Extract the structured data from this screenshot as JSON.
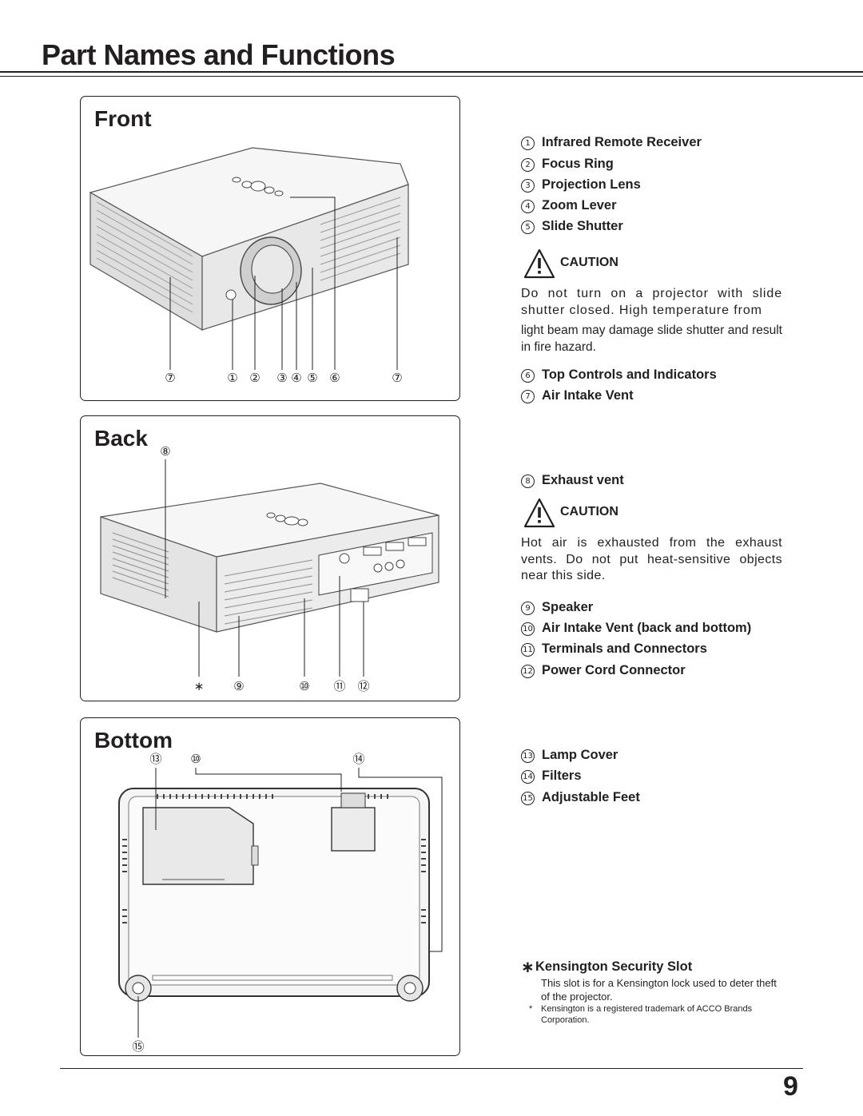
{
  "title": "Part Names and Functions",
  "front": {
    "heading": "Front",
    "callouts": [
      "⑦",
      "①",
      "②",
      "③",
      "④",
      "⑤",
      "⑥",
      "⑦"
    ]
  },
  "back": {
    "heading": "Back",
    "callouts": [
      "⑧",
      "∗",
      "⑨",
      "⑩",
      "⑪",
      "⑫"
    ]
  },
  "bottom": {
    "heading": "Bottom",
    "callouts": [
      "⑬",
      "⑩",
      "⑭",
      "⑮"
    ]
  },
  "parts_group1": [
    {
      "num": "1",
      "label": "Infrared Remote Receiver"
    },
    {
      "num": "2",
      "label": "Focus Ring"
    },
    {
      "num": "3",
      "label": "Projection Lens"
    },
    {
      "num": "4",
      "label": "Zoom Lever"
    },
    {
      "num": "5",
      "label": "Slide Shutter"
    }
  ],
  "caution1": {
    "label": "CAUTION",
    "line1": "Do not turn on a projector with slide shutter closed. High temperature from",
    "line2": "light beam may damage slide shutter and result in fire hazard."
  },
  "parts_group2": [
    {
      "num": "6",
      "label": "Top Controls and Indicators"
    },
    {
      "num": "7",
      "label": "Air Intake Vent"
    }
  ],
  "parts_group3": [
    {
      "num": "8",
      "label": "Exhaust vent"
    }
  ],
  "caution2": {
    "label": "CAUTION",
    "text": "Hot air is exhausted from the exhaust vents. Do not put heat-sensitive objects near this side."
  },
  "parts_group4": [
    {
      "num": "9",
      "label": "Speaker"
    },
    {
      "num": "10",
      "label": "Air Intake Vent (back and bottom)"
    },
    {
      "num": "11",
      "label": "Terminals and Connectors"
    },
    {
      "num": "12",
      "label": "Power Cord Connector"
    }
  ],
  "parts_group5": [
    {
      "num": "13",
      "label": "Lamp Cover"
    },
    {
      "num": "14",
      "label": "Filters"
    },
    {
      "num": "15",
      "label": "Adjustable Feet"
    }
  ],
  "kensington": {
    "star": "∗",
    "label": "Kensington Security Slot",
    "description": "This slot is for a Kensington lock used to deter theft of the projector.",
    "note_star": "*",
    "note": "Kensington is a registered trademark of ACCO Brands Corporation."
  },
  "page_number": "9"
}
